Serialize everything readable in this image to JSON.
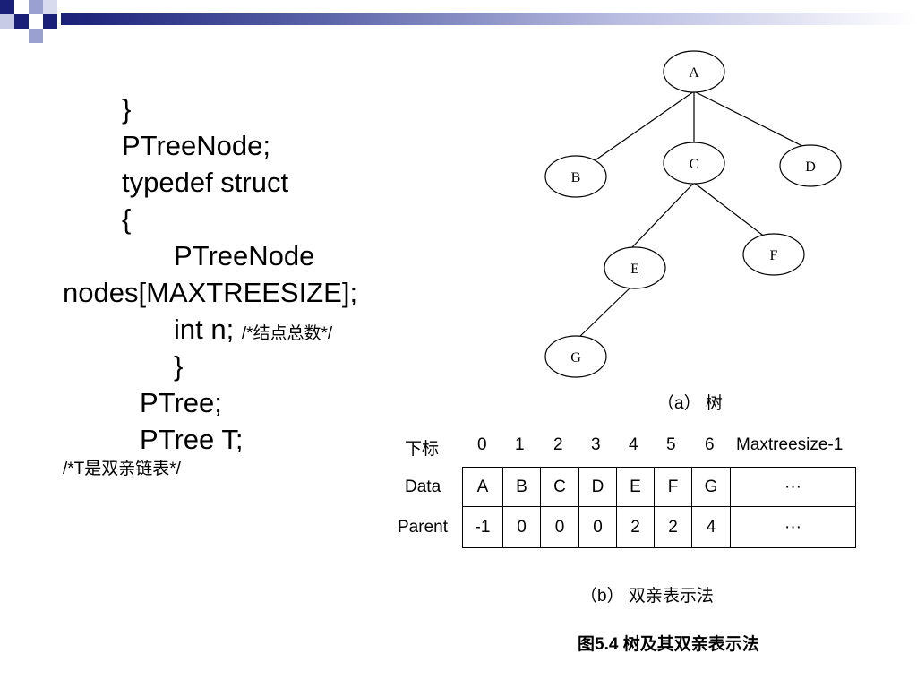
{
  "code_lines": {
    "l1": "}",
    "l2": "PTreeNode;",
    "l3": "typedef struct",
    "l4": "{",
    "l5": "PTreeNode",
    "l6": "nodes[MAXTREESIZE];",
    "l7_code": "int n;",
    "l7_comment": "/*结点总数*/",
    "l8": "}",
    "l9": "PTree;",
    "l10": "PTree T;",
    "l11": "/*T是双亲链表*/"
  },
  "tree": {
    "nodes": [
      "A",
      "B",
      "C",
      "D",
      "E",
      "F",
      "G"
    ],
    "caption": "（a） 树"
  },
  "table": {
    "index_label": "下标",
    "indices": [
      "0",
      "1",
      "2",
      "3",
      "4",
      "5",
      "6",
      "Maxtreesize-1"
    ],
    "data_label": "Data",
    "data": [
      "A",
      "B",
      "C",
      "D",
      "E",
      "F",
      "G",
      "···"
    ],
    "parent_label": "Parent",
    "parent": [
      "-1",
      "0",
      "0",
      "0",
      "2",
      "2",
      "4",
      "···"
    ],
    "caption": "（b） 双亲表示法"
  },
  "figure_caption": "图5.4  树及其双亲表示法"
}
